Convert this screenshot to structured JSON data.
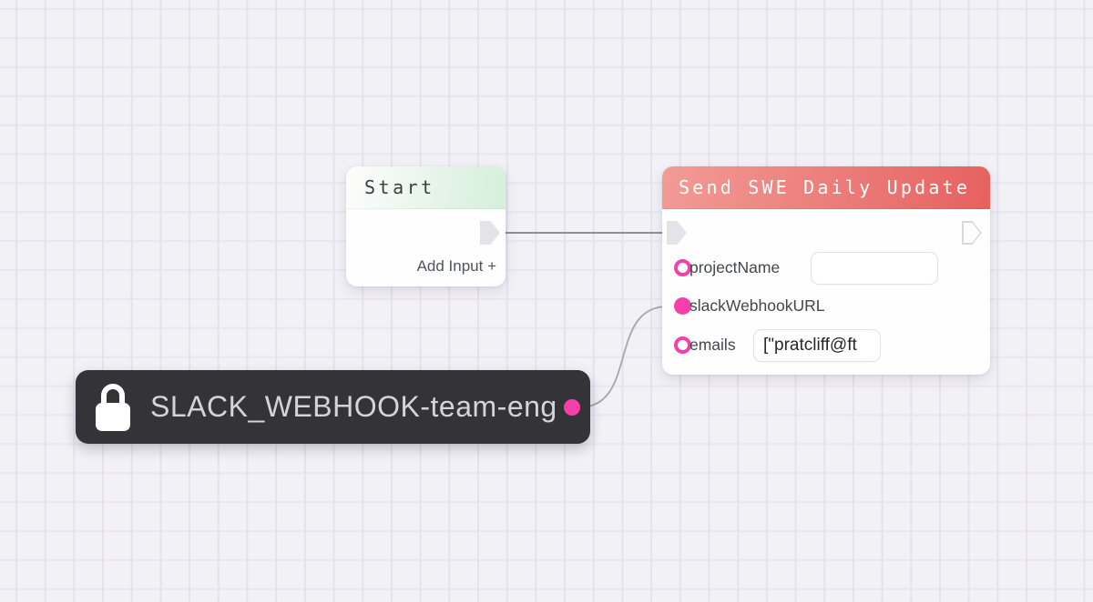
{
  "canvas": {
    "background": "#f2f1f6",
    "grid_line_color": "#e5e1ef"
  },
  "nodes": {
    "start": {
      "title": "Start",
      "add_input_label": "Add Input +",
      "header_colors": [
        "#fbfcfb",
        "#d7efdb"
      ]
    },
    "send_update": {
      "title": "Send SWE Daily Update",
      "header_colors": [
        "#f29b96",
        "#e66160"
      ],
      "fields": [
        {
          "name": "projectName",
          "port_style": "outline",
          "has_input": true,
          "input_value": ""
        },
        {
          "name": "slackWebhookURL",
          "port_style": "filled",
          "has_input": false,
          "input_value": null
        },
        {
          "name": "emails",
          "port_style": "outline",
          "has_input": true,
          "input_value": "[\"pratcliff@ft"
        }
      ]
    },
    "secret_badge": {
      "icon": "lock-icon",
      "label": "SLACK_WEBHOOK-team-eng"
    }
  },
  "edges": [
    {
      "from": "start-output",
      "to": "send-update-input",
      "color": "#8f9096"
    },
    {
      "from": "secret-badge-port",
      "to": "slackWebhookURL-port",
      "color": "#a6a6ad"
    }
  ],
  "colors": {
    "port_pink": "#f440a8",
    "badge_bg": "#343438"
  }
}
